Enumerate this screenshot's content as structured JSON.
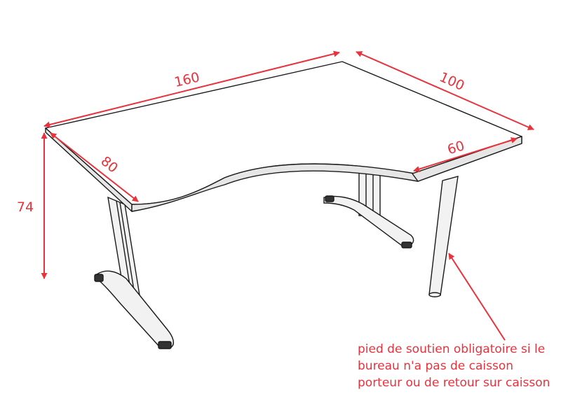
{
  "colors": {
    "dimension": "#e8323c",
    "outline": "#1a1a1a",
    "leg_fill": "#f2f2f2",
    "background": "#ffffff"
  },
  "dimensions": {
    "width_total": "160",
    "depth_left": "80",
    "height": "74",
    "depth_return": "100",
    "width_return": "60"
  },
  "note": {
    "lines": [
      "pied de soutien obligatoire si le",
      "bureau n'a pas de caisson",
      "porteur ou de retour sur caisson"
    ]
  }
}
